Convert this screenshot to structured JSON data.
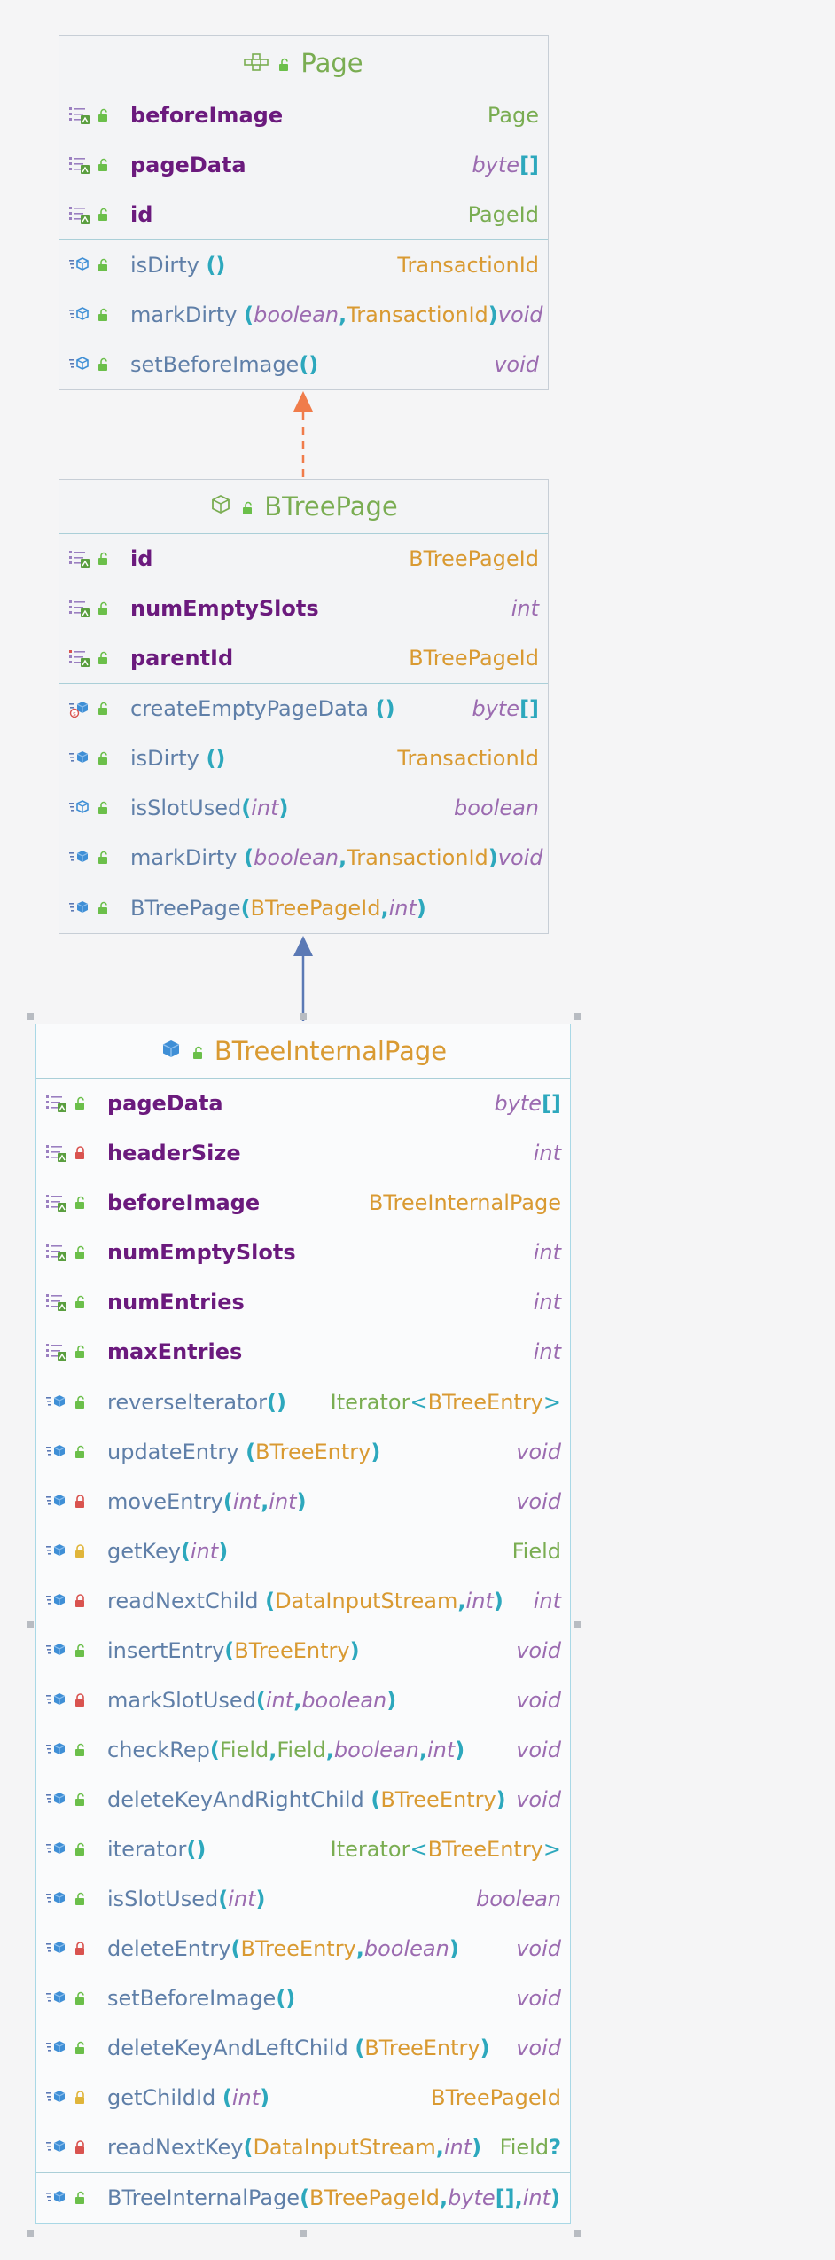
{
  "colors": {
    "background": "#f5f5f6",
    "class_name": "#7aad52",
    "selected_class_name": "#d99a32",
    "field_name": "#6b1a7d",
    "method_name": "#5f7fa8",
    "class_type": "#d99a32",
    "primitive_type": "#9b6bb0",
    "realization_arrow": "#f07c4a",
    "inheritance_arrow": "#5b79b5"
  },
  "classes": [
    {
      "name": "Page",
      "kind_icon": "interface-icon",
      "fields": [
        {
          "name": "beforeImage",
          "type": "Page",
          "type_kind": "green",
          "vis": "public"
        },
        {
          "name": "pageData",
          "type": "byte[]",
          "type_kind": "prim-array",
          "vis": "public"
        },
        {
          "name": "id",
          "type": "PageId",
          "type_kind": "green",
          "vis": "public"
        }
      ],
      "methods": [
        {
          "name": "isDirty",
          "params": [],
          "type": "TransactionId",
          "type_kind": "class",
          "icon": "abstract-method",
          "vis": "public",
          "paren_gap": true
        },
        {
          "name": "markDirty",
          "params": [
            {
              "t": "boolean",
              "k": "prim"
            },
            {
              "t": "TransactionId",
              "k": "class"
            }
          ],
          "type": "void",
          "type_kind": "prim",
          "icon": "abstract-method",
          "vis": "public",
          "paren_gap": true
        },
        {
          "name": "setBeforeImage",
          "params": [],
          "type": "void",
          "type_kind": "prim",
          "icon": "abstract-method",
          "vis": "public",
          "paren_gap": false
        }
      ],
      "constructors": []
    },
    {
      "name": "BTreePage",
      "kind_icon": "abstract-class-icon",
      "fields": [
        {
          "name": "id",
          "type": "BTreePageId",
          "type_kind": "class",
          "vis": "public"
        },
        {
          "name": "numEmptySlots",
          "type": "int",
          "type_kind": "prim",
          "vis": "public"
        },
        {
          "name": "parentId",
          "type": "BTreePageId",
          "type_kind": "class",
          "vis": "public",
          "icon": "field-write"
        }
      ],
      "methods": [
        {
          "name": "createEmptyPageData",
          "params": [],
          "type": "byte[]",
          "type_kind": "prim-array",
          "icon": "static-method",
          "vis": "public",
          "paren_gap": true
        },
        {
          "name": "isDirty",
          "params": [],
          "type": "TransactionId",
          "type_kind": "class",
          "icon": "method",
          "vis": "public",
          "paren_gap": true
        },
        {
          "name": "isSlotUsed",
          "params": [
            {
              "t": "int",
              "k": "prim"
            }
          ],
          "type": "boolean",
          "type_kind": "prim",
          "icon": "abstract-method",
          "vis": "public",
          "paren_gap": false
        },
        {
          "name": "markDirty",
          "params": [
            {
              "t": "boolean",
              "k": "prim"
            },
            {
              "t": "TransactionId",
              "k": "class"
            }
          ],
          "type": "void",
          "type_kind": "prim",
          "icon": "method",
          "vis": "public",
          "paren_gap": true
        }
      ],
      "constructors": [
        {
          "name": "BTreePage",
          "params": [
            {
              "t": "BTreePageId",
              "k": "class"
            },
            {
              "t": "int",
              "k": "prim"
            }
          ],
          "vis": "public"
        }
      ]
    },
    {
      "name": "BTreeInternalPage",
      "kind_icon": "class-icon",
      "selected": true,
      "fields": [
        {
          "name": "pageData",
          "type": "byte[]",
          "type_kind": "prim-array",
          "vis": "public"
        },
        {
          "name": "headerSize",
          "type": "int",
          "type_kind": "prim",
          "vis": "private"
        },
        {
          "name": "beforeImage",
          "type": "BTreeInternalPage",
          "type_kind": "class",
          "vis": "public"
        },
        {
          "name": "numEmptySlots",
          "type": "int",
          "type_kind": "prim",
          "vis": "public"
        },
        {
          "name": "numEntries",
          "type": "int",
          "type_kind": "prim",
          "vis": "public"
        },
        {
          "name": "maxEntries",
          "type": "int",
          "type_kind": "prim",
          "vis": "public"
        }
      ],
      "methods": [
        {
          "name": "reverseIterator",
          "params": [],
          "type": "Iterator<BTreeEntry>",
          "type_kind": "iterator",
          "icon": "method",
          "vis": "public",
          "paren_gap": false
        },
        {
          "name": "updateEntry",
          "params": [
            {
              "t": "BTreeEntry",
              "k": "class"
            }
          ],
          "type": "void",
          "type_kind": "prim",
          "icon": "method",
          "vis": "public",
          "paren_gap": true
        },
        {
          "name": "moveEntry",
          "params": [
            {
              "t": "int",
              "k": "prim"
            },
            {
              "t": "int",
              "k": "prim"
            }
          ],
          "type": "void",
          "type_kind": "prim",
          "icon": "method",
          "vis": "private",
          "paren_gap": false
        },
        {
          "name": "getKey",
          "params": [
            {
              "t": "int",
              "k": "prim"
            }
          ],
          "type": "Field",
          "type_kind": "green",
          "icon": "method",
          "vis": "protected",
          "paren_gap": false
        },
        {
          "name": "readNextChild",
          "params": [
            {
              "t": "DataInputStream",
              "k": "class"
            },
            {
              "t": "int",
              "k": "prim"
            }
          ],
          "type": "int",
          "type_kind": "prim",
          "icon": "method",
          "vis": "private",
          "paren_gap": true
        },
        {
          "name": "insertEntry",
          "params": [
            {
              "t": "BTreeEntry",
              "k": "class"
            }
          ],
          "type": "void",
          "type_kind": "prim",
          "icon": "method",
          "vis": "public",
          "paren_gap": false
        },
        {
          "name": "markSlotUsed",
          "params": [
            {
              "t": "int",
              "k": "prim"
            },
            {
              "t": "boolean",
              "k": "prim"
            }
          ],
          "type": "void",
          "type_kind": "prim",
          "icon": "method",
          "vis": "private",
          "paren_gap": false
        },
        {
          "name": "checkRep",
          "params": [
            {
              "t": "Field",
              "k": "green"
            },
            {
              "t": "Field",
              "k": "green"
            },
            {
              "t": "boolean",
              "k": "prim"
            },
            {
              "t": "int",
              "k": "prim"
            }
          ],
          "type": "void",
          "type_kind": "prim",
          "icon": "method",
          "vis": "public",
          "paren_gap": false
        },
        {
          "name": "deleteKeyAndRightChild",
          "params": [
            {
              "t": "BTreeEntry",
              "k": "class"
            }
          ],
          "type": "void",
          "type_kind": "prim",
          "icon": "method",
          "vis": "public",
          "paren_gap": true
        },
        {
          "name": "iterator",
          "params": [],
          "type": "Iterator<BTreeEntry>",
          "type_kind": "iterator",
          "icon": "method",
          "vis": "public",
          "paren_gap": false
        },
        {
          "name": "isSlotUsed",
          "params": [
            {
              "t": "int",
              "k": "prim"
            }
          ],
          "type": "boolean",
          "type_kind": "prim",
          "icon": "method",
          "vis": "public",
          "paren_gap": false
        },
        {
          "name": "deleteEntry",
          "params": [
            {
              "t": "BTreeEntry",
              "k": "class"
            },
            {
              "t": "boolean",
              "k": "prim"
            }
          ],
          "type": "void",
          "type_kind": "prim",
          "icon": "method",
          "vis": "private",
          "paren_gap": false
        },
        {
          "name": "setBeforeImage",
          "params": [],
          "type": "void",
          "type_kind": "prim",
          "icon": "method",
          "vis": "public",
          "paren_gap": false
        },
        {
          "name": "deleteKeyAndLeftChild",
          "params": [
            {
              "t": "BTreeEntry",
              "k": "class"
            }
          ],
          "type": "void",
          "type_kind": "prim",
          "icon": "method",
          "vis": "public",
          "paren_gap": true
        },
        {
          "name": "getChildId",
          "params": [
            {
              "t": "int",
              "k": "prim"
            }
          ],
          "type": "BTreePageId",
          "type_kind": "class",
          "icon": "method",
          "vis": "protected",
          "paren_gap": true
        },
        {
          "name": "readNextKey",
          "params": [
            {
              "t": "DataInputStream",
              "k": "class"
            },
            {
              "t": "int",
              "k": "prim"
            }
          ],
          "type": "Field?",
          "type_kind": "field-q",
          "icon": "method",
          "vis": "private",
          "paren_gap": false
        }
      ],
      "constructors": [
        {
          "name": "BTreeInternalPage",
          "params": [
            {
              "t": "BTreePageId",
              "k": "class"
            },
            {
              "t": "byte[]",
              "k": "prim-array"
            },
            {
              "t": "int",
              "k": "prim"
            }
          ],
          "vis": "public"
        }
      ]
    }
  ],
  "relations": [
    {
      "from": "BTreePage",
      "to": "Page",
      "kind": "realization"
    },
    {
      "from": "BTreeInternalPage",
      "to": "BTreePage",
      "kind": "inheritance"
    }
  ]
}
